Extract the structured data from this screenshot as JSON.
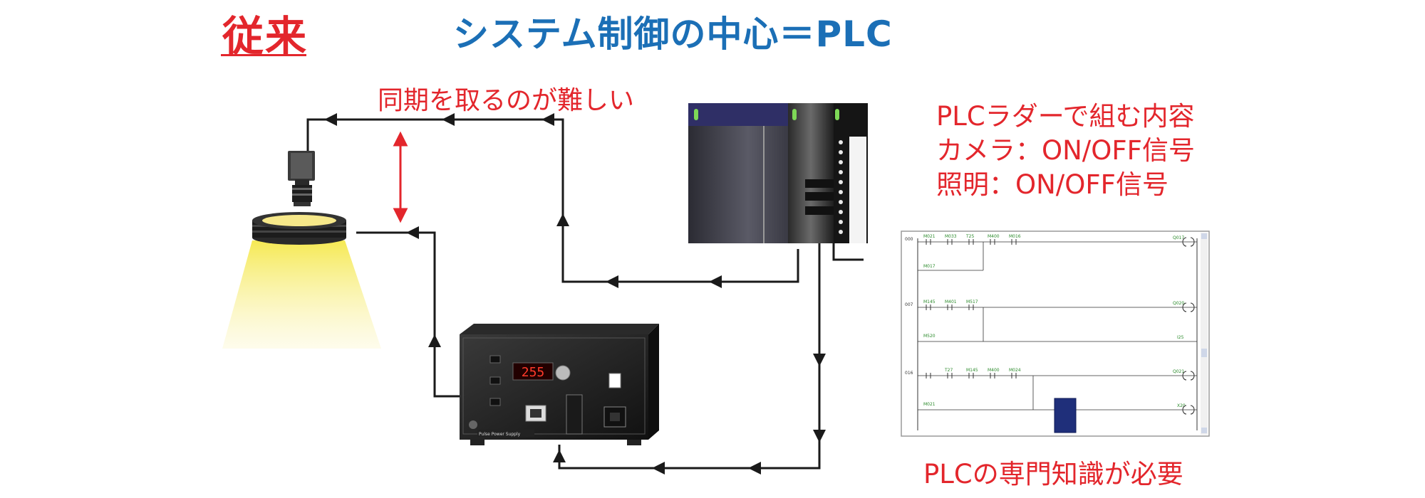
{
  "header": {
    "tag": "従来",
    "title": "システム制御の中心＝PLC"
  },
  "sync_note": "同期を取るのが難しい",
  "ladder_panel": {
    "heading_lines": [
      "PLCラダーで組む内容",
      "カメラ：ON/OFF信号",
      "照明：ON/OFF信号"
    ],
    "rung_addresses": [
      "000",
      "007",
      "016"
    ],
    "contact_labels": [
      "M021",
      "M033",
      "T25",
      "M400",
      "M016",
      "M017",
      "M145",
      "M401",
      "M517",
      "M520",
      "T27",
      "M145",
      "M400",
      "M024",
      "M021"
    ],
    "coil_labels": [
      "Q017",
      "Q020",
      "I25",
      "Q021",
      "X20"
    ]
  },
  "controller": {
    "brand_label": "Pulse Power Supply",
    "display_value": "255"
  },
  "footer_note": "PLCの専門知識が必要",
  "colors": {
    "accent_red": "#e3262c",
    "title_blue": "#1b6fb6",
    "wire_black": "#1a1a1a",
    "ladder_green": "#2a8a2a",
    "light_beam": "#f5e84a"
  }
}
